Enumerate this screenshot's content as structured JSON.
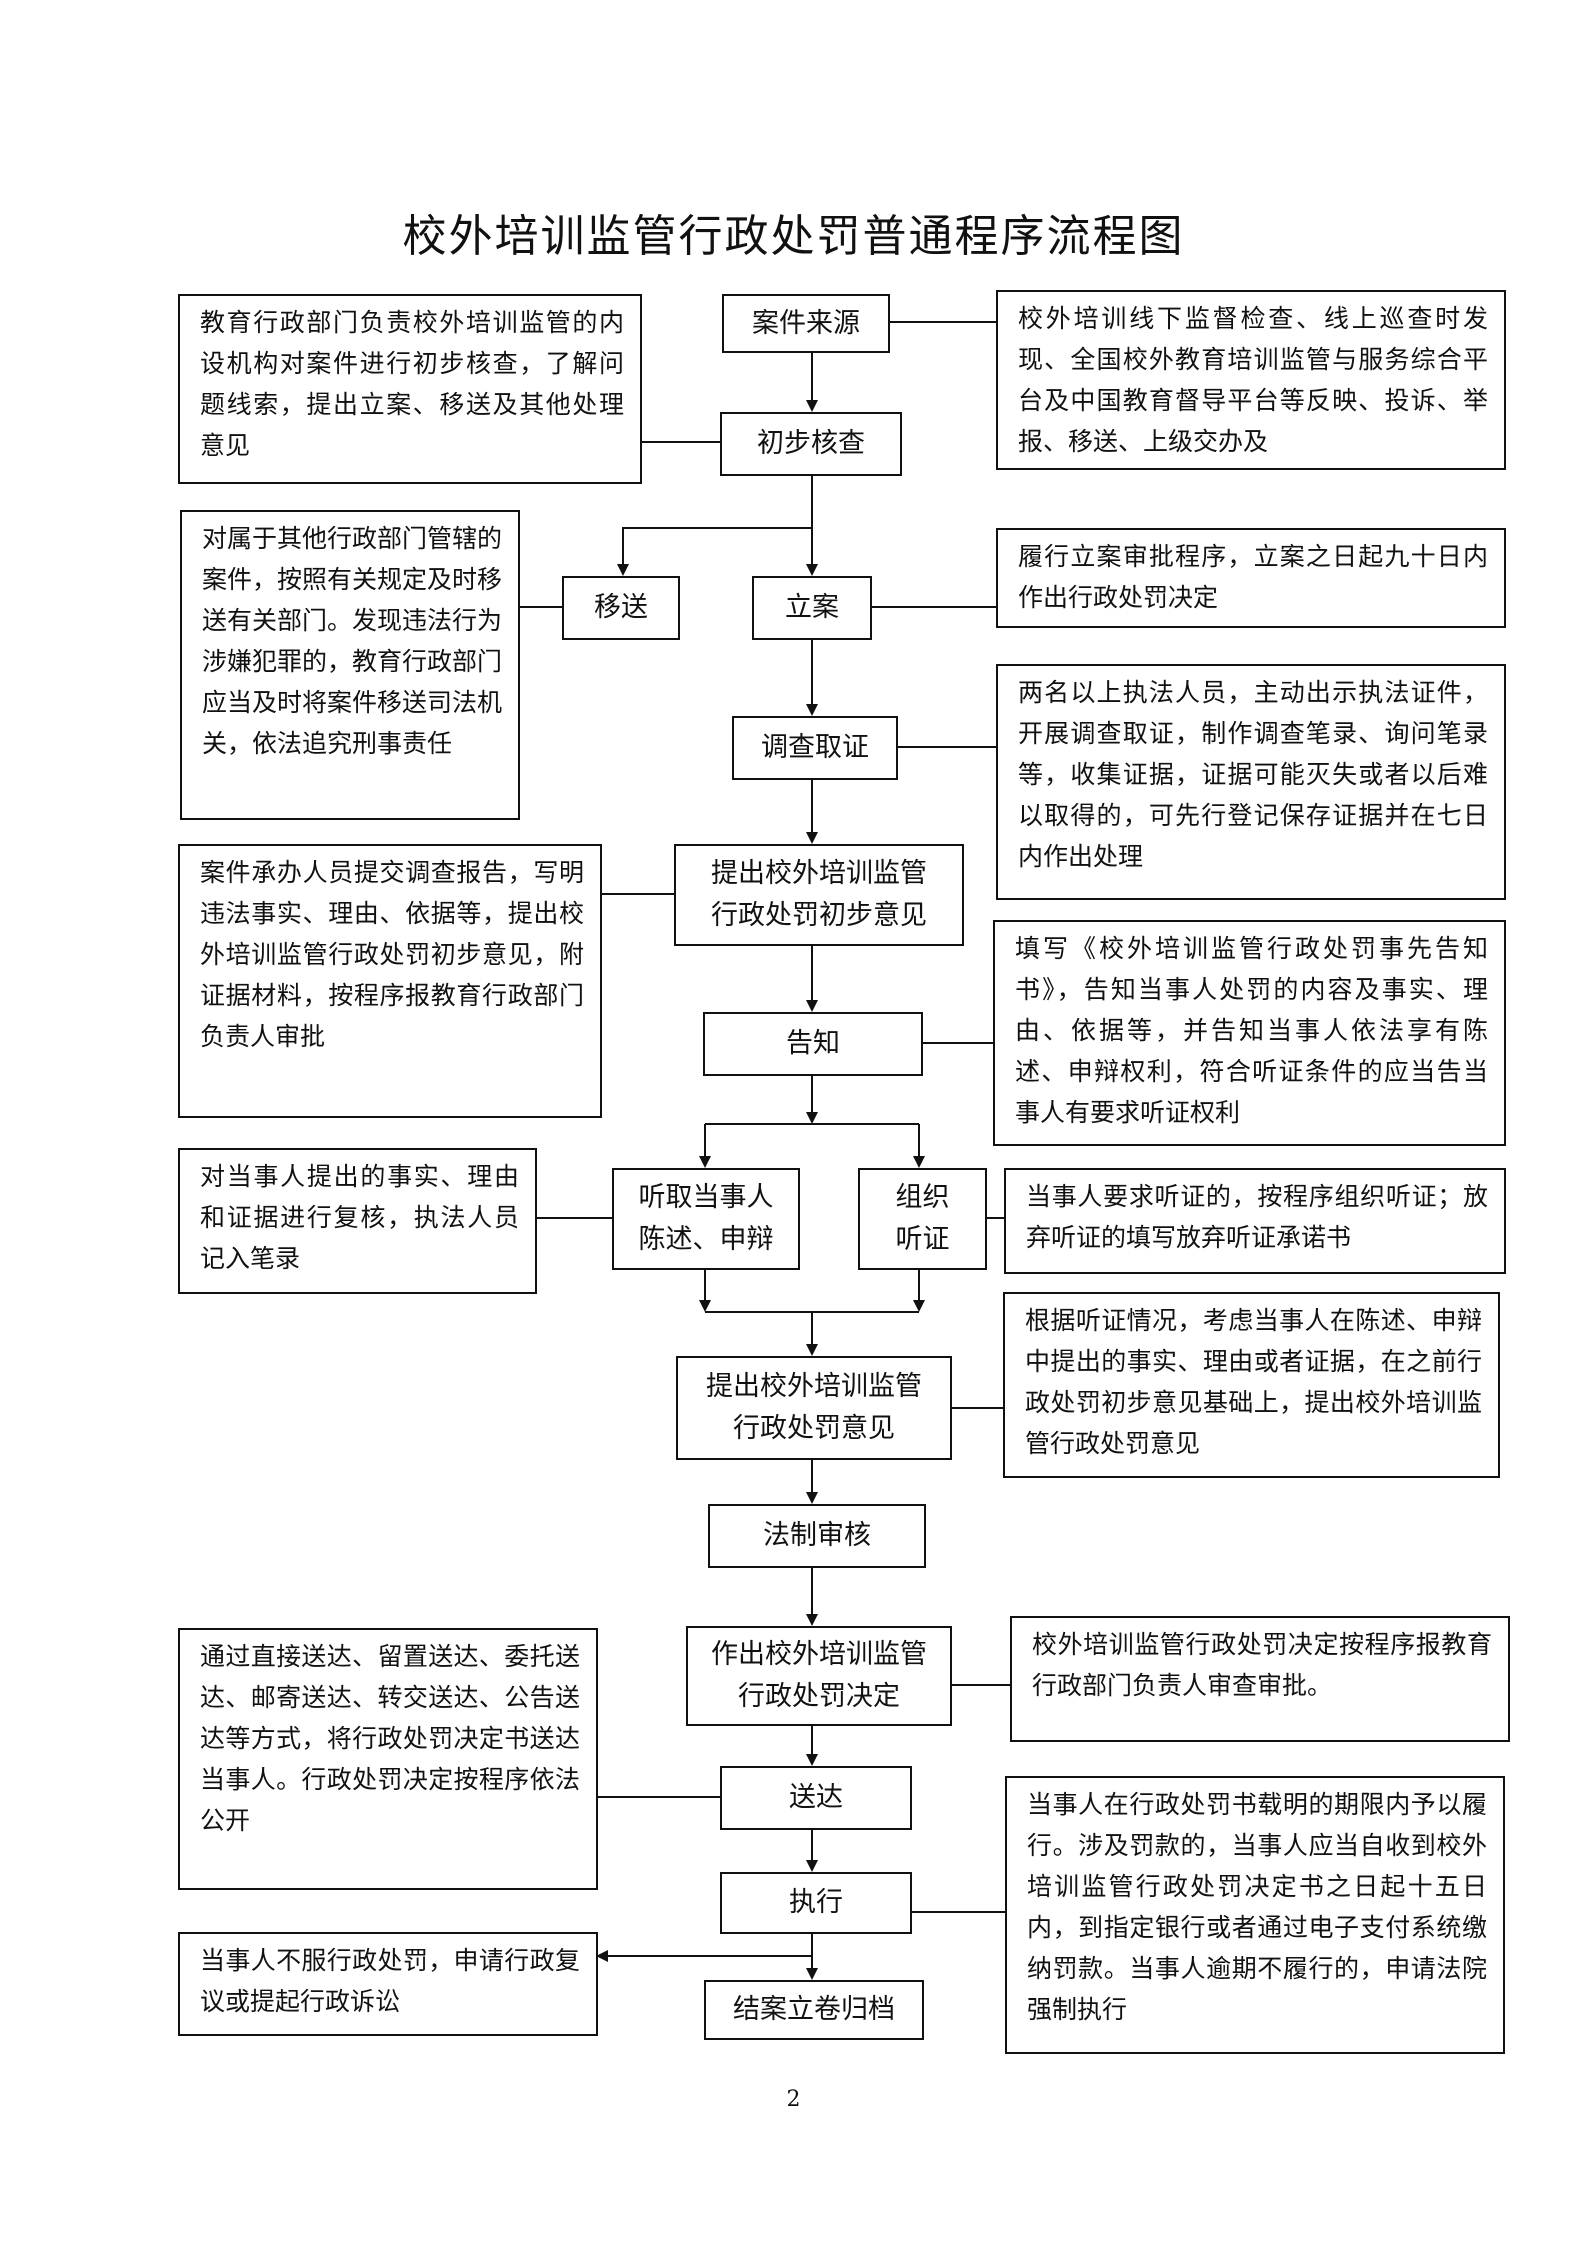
{
  "title": "校外培训监管行政处罚普通程序流程图",
  "page_number": "2",
  "steps": {
    "source": "案件来源",
    "preliminary_check": "初步核查",
    "transfer": "移送",
    "filing": "立案",
    "investigation": "调查取证",
    "preliminary_opinion": [
      "提出校外培训监管",
      "行政处罚初步意见"
    ],
    "notify": "告知",
    "hear_statement": [
      "听取当事人",
      "陈述、申辩"
    ],
    "organize_hearing": [
      "组织",
      "听证"
    ],
    "penalty_opinion": [
      "提出校外培训监管",
      "行政处罚意见"
    ],
    "legal_review": "法制审核",
    "decision": [
      "作出校外培训监管",
      "行政处罚决定"
    ],
    "delivery": "送达",
    "execution": "执行",
    "archive": "结案立卷归档"
  },
  "notes": {
    "source": "校外培训线下监督检查、线上巡查时发现、全国校外教育培训监管与服务综合平台及中国教育督导平台等反映、投诉、举报、移送、上级交办及",
    "preliminary_check": "教育行政部门负责校外培训监管的内设机构对案件进行初步核查，了解问题线索，提出立案、移送及其他处理意见",
    "transfer": "对属于其他行政部门管辖的案件，按照有关规定及时移送有关部门。发现违法行为涉嫌犯罪的，教育行政部门应当及时将案件移送司法机关，依法追究刑事责任",
    "filing": "履行立案审批程序，立案之日起九十日内作出行政处罚决定",
    "investigation": "两名以上执法人员，主动出示执法证件，开展调查取证，制作调查笔录、询问笔录等，收集证据，证据可能灭失或者以后难以取得的，可先行登记保存证据并在七日内作出处理",
    "preliminary_opinion": "案件承办人员提交调查报告，写明违法事实、理由、依据等，提出校外培训监管行政处罚初步意见，附证据材料，按程序报教育行政部门负责人审批",
    "notify": "填写《校外培训监管行政处罚事先告知书》，告知当事人处罚的内容及事实、理由、依据等，并告知当事人依法享有陈述、申辩权利，符合听证条件的应当告当事人有要求听证权利",
    "hear_statement": "对当事人提出的事实、理由和证据进行复核，执法人员记入笔录",
    "organize_hearing": "当事人要求听证的，按程序组织听证；放弃听证的填写放弃听证承诺书",
    "penalty_opinion": "根据听证情况，考虑当事人在陈述、申辩中提出的事实、理由或者证据，在之前行政处罚初步意见基础上，提出校外培训监管行政处罚意见",
    "decision": "校外培训监管行政处罚决定按程序报教育行政部门负责人审查审批。",
    "delivery": "通过直接送达、留置送达、委托送达、邮寄送达、转交送达、公告送达等方式，将行政处罚决定书送达当事人。行政处罚决定按程序依法公开",
    "execution": "当事人在行政处罚书载明的期限内予以履行。涉及罚款的，当事人应当自收到校外培训监管行政处罚决定书之日起十五日内，到指定银行或者通过电子支付系统缴纳罚款。当事人逾期不履行的，申请法院强制执行",
    "appeal": "当事人不服行政处罚，申请行政复议或提起行政诉讼"
  }
}
